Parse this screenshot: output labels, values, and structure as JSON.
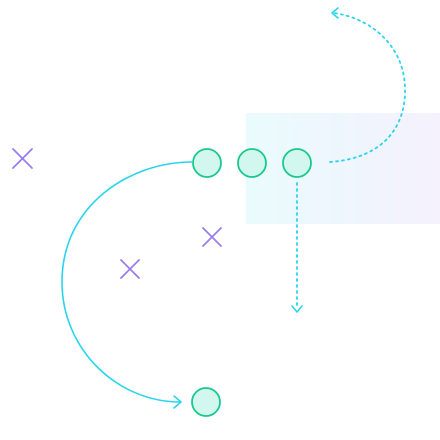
{
  "colors": {
    "background": "#ffffff",
    "player_circle_stroke": "#19c98c",
    "player_circle_fill": "#d2f7ee",
    "route_solid": "#2ad4ee",
    "route_dotted": "#2ad4ee",
    "defender_x": "#9a7df0",
    "zone_gradient_start": "#e9fbfd",
    "zone_gradient_end": "#f4f1fd"
  },
  "icons": {
    "player": "circle-icon",
    "defender": "x-mark-icon",
    "arrow": "chevron-arrow-icon"
  },
  "diagram": {
    "players": [
      "player-1",
      "player-2",
      "player-3",
      "player-4"
    ],
    "defenders": [
      "defender-1",
      "defender-2",
      "defender-3"
    ],
    "routes": [
      {
        "id": "curve-route",
        "style": "solid"
      },
      {
        "id": "vertical-route",
        "style": "dotted"
      },
      {
        "id": "arc-route",
        "style": "dotted"
      }
    ]
  }
}
